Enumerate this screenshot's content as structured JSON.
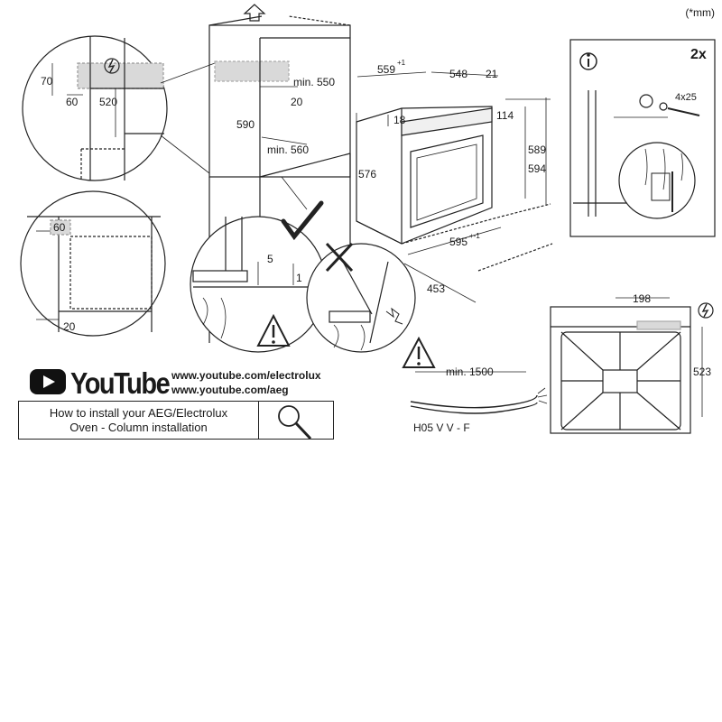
{
  "unit_note": "(*mm)",
  "dimensions": {
    "d70": "70",
    "d60_top": "60",
    "d520": "520",
    "d60_side": "60",
    "d20_side": "20",
    "d590": "590",
    "min550": "min. 550",
    "d20_niche": "20",
    "min560": "min. 560",
    "d559": "559",
    "d559_tol": "+1",
    "d548": "548",
    "d21": "21",
    "d18": "18",
    "d114": "114",
    "d576": "576",
    "d589": "589",
    "d594": "594",
    "d595": "595",
    "d595_tol": "+-1",
    "d453": "453",
    "d5": "5",
    "d1": "1",
    "min1500": "min. 1500",
    "cable_type": "H05 V V - F",
    "d198": "198",
    "d523": "523"
  },
  "mount_panel": {
    "count": "2x",
    "screw": "4x25"
  },
  "youtube": {
    "brand": "YouTube",
    "link1": "www.youtube.com/electrolux",
    "link2": "www.youtube.com/aeg",
    "howto_line1": "How to install your AEG/Electrolux",
    "howto_line2": "Oven - Column installation"
  },
  "icons": [
    "electric-shock-icon",
    "info-icon",
    "warning-icon",
    "check-mark-icon",
    "cross-mark-icon",
    "magnifier-icon",
    "up-arrow-icon",
    "youtube-play-icon"
  ]
}
